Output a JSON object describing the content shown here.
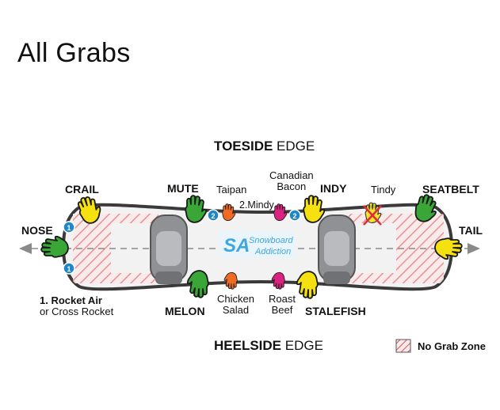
{
  "title": "All Grabs",
  "edges": {
    "toeside_bold": "TOESIDE",
    "toeside_rest": " EDGE",
    "heelside_bold": "HEELSIDE",
    "heelside_rest": " EDGE"
  },
  "ends": {
    "nose": "NOSE",
    "tail": "TAIL"
  },
  "grabs": {
    "crail": "CRAIL",
    "mute": "MUTE",
    "taipan": "Taipan",
    "mindy": "2.Mindy",
    "canadian_bacon_1": "Canadian",
    "canadian_bacon_2": "Bacon",
    "indy": "INDY",
    "tindy": "Tindy",
    "seatbelt": "SEATBELT",
    "rocket_air": "1. Rocket Air",
    "cross_rocket": "or Cross Rocket",
    "melon": "MELON",
    "chicken_salad_1": "Chicken",
    "chicken_salad_2": "Salad",
    "roast_beef_1": "Roast",
    "roast_beef_2": "Beef",
    "stalefish": "STALEFISH"
  },
  "markers": {
    "one": "1",
    "two": "2"
  },
  "logo": {
    "initials": "SA",
    "word1": "Snowboard",
    "word2": "Addiction"
  },
  "legend": {
    "label": "No Grab Zone"
  },
  "colors": {
    "green": "#3aa637",
    "yellow": "#f5e10f",
    "orange": "#ef6a24",
    "pink": "#d9237e",
    "blue_marker": "#1f86c8",
    "no_grab_hatch": "#e8848c",
    "board": "#f2f2f2",
    "binding": "#8f9194"
  },
  "icons": [
    "hand-icon",
    "number-marker-icon",
    "arrow-left-icon",
    "arrow-right-icon",
    "no-grab-cross-icon",
    "hatch-swatch-icon"
  ]
}
